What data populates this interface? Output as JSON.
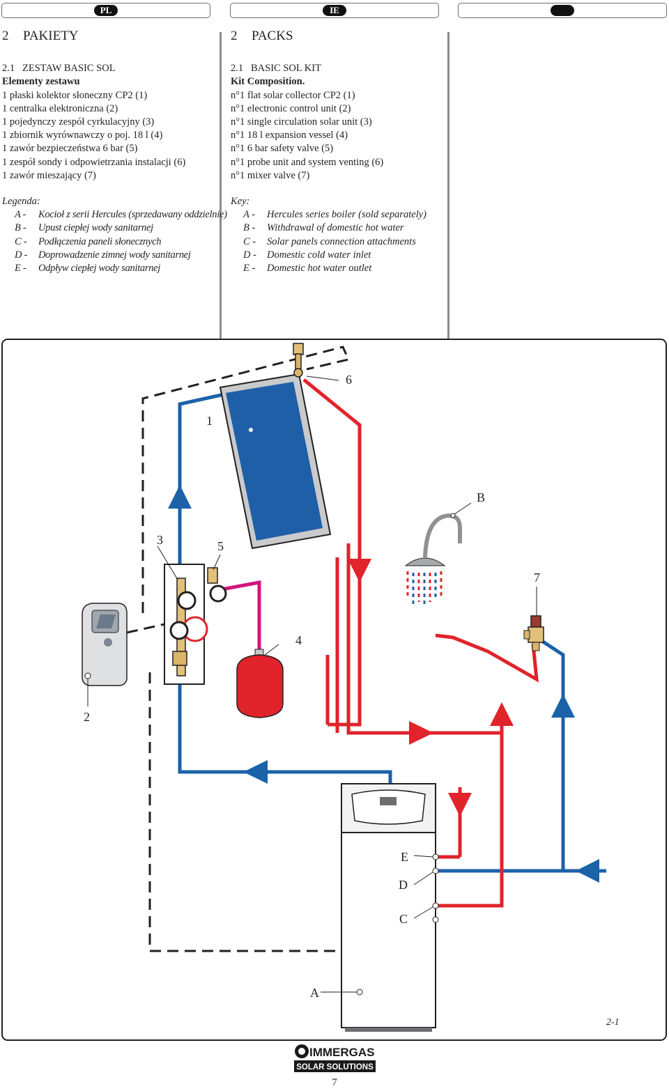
{
  "header": {
    "tabs": [
      {
        "label": "PL"
      },
      {
        "label": "IE"
      },
      {
        "label": ""
      }
    ]
  },
  "pl": {
    "section_number": "2",
    "section_title": "PAKIETY",
    "subsection": "2.1   ZESTAW BASIC SOL",
    "kit_heading": "Elementy zestawu",
    "items": [
      "1 płaski kolektor słoneczny CP2 (1)",
      "1 centralka elektroniczna (2)",
      "1 pojedynczy zespół cyrkulacyjny (3)",
      "1 zbiornik wyrównawczy o poj. 18 l (4)",
      "1 zawór bezpieczeństwa 6 bar (5)",
      "1 zespół sondy i odpowietrzania instalacji (6)",
      "1 zawór mieszający (7)"
    ],
    "legend_title": "Legenda:",
    "legend": [
      {
        "letter": "A -",
        "text": "Kocioł z serii Hercules (sprzedawany oddzielnie)"
      },
      {
        "letter": "B -",
        "text": "Upust ciepłej wody sanitarnej"
      },
      {
        "letter": "C -",
        "text": "Podłączenia paneli słonecznych"
      },
      {
        "letter": "D -",
        "text": "Doprowadzenie zimnej wody sanitarnej"
      },
      {
        "letter": "E -",
        "text": "Odpływ ciepłej wody sanitarnej"
      }
    ]
  },
  "ie": {
    "section_number": "2",
    "section_title": "PACKS",
    "subsection": "2.1   BASIC SOL KIT",
    "kit_heading": "Kit Composition.",
    "items": [
      "n°1 flat solar collector CP2 (1)",
      "n°1 electronic control unit (2)",
      "n°1 single circulation solar unit (3)",
      "n°1 18 l expansion vessel (4)",
      "n°1 6 bar safety valve (5)",
      "n°1 probe unit and system venting (6)",
      "n°1 mixer valve (7)"
    ],
    "legend_title": "Key:",
    "legend": [
      {
        "letter": "A -",
        "text": "Hercules series boiler (sold separately)"
      },
      {
        "letter": "B -",
        "text": "Withdrawal of domestic hot water"
      },
      {
        "letter": "C -",
        "text": "Solar panels connection attachments"
      },
      {
        "letter": "D -",
        "text": "Domestic cold water inlet"
      },
      {
        "letter": "E -",
        "text": "Domestic hot water outlet"
      }
    ]
  },
  "diagram": {
    "labels": {
      "n1": "1",
      "n2": "2",
      "n3": "3",
      "n4": "4",
      "n5": "5",
      "n6": "6",
      "n7": "7",
      "A": "A",
      "B": "B",
      "C": "C",
      "D": "D",
      "E": "E"
    },
    "figure_number": "2-1",
    "colors": {
      "hot": "#e1232b",
      "cold": "#1b62a9",
      "expansion": "#d4147f",
      "panel": "#1f5fa8"
    }
  },
  "footer": {
    "logo_top": "IMMERGAS",
    "logo_bottom": "SOLAR SOLUTIONS",
    "page_number": "7"
  }
}
